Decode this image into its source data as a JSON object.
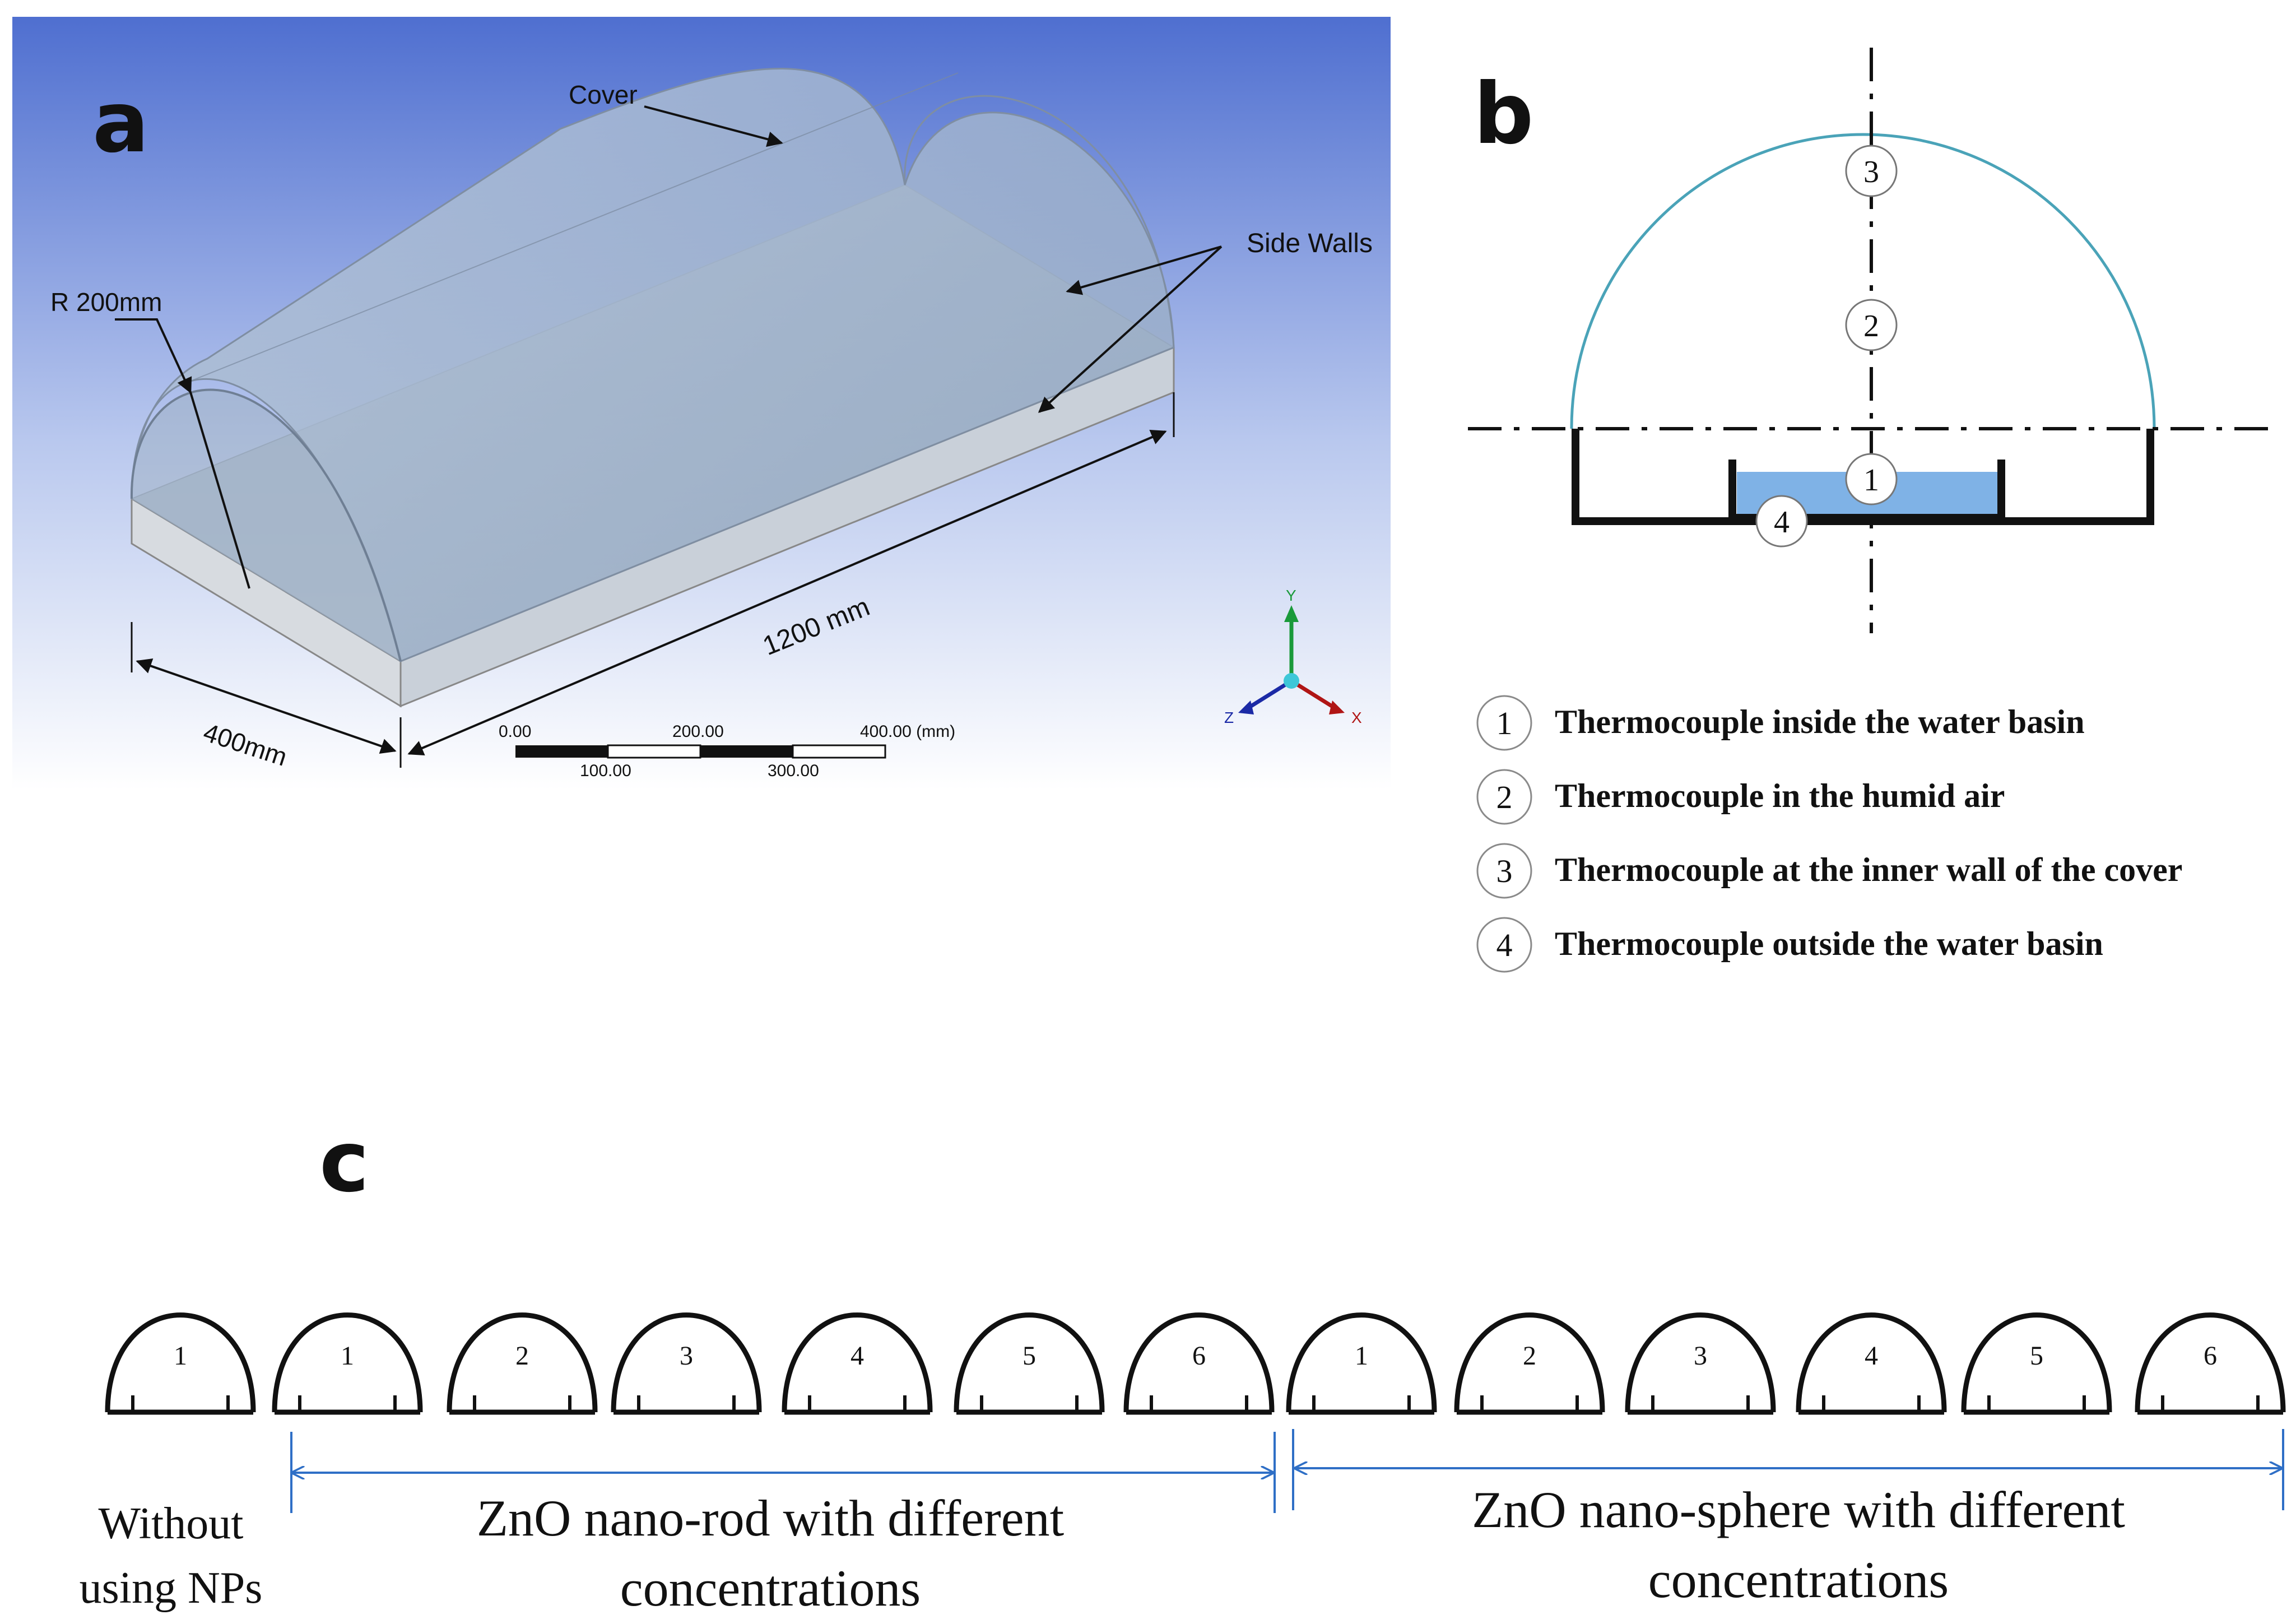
{
  "panel_a": {
    "letter": "a",
    "cover_label": "Cover",
    "side_walls_label": "Side Walls",
    "radius_label": "R 200mm",
    "length_label": "1200 mm",
    "width_label": "400mm",
    "scale": {
      "top_ticks": [
        "0.00",
        "200.00",
        "400.00 (mm)"
      ],
      "bottom_ticks": [
        "100.00",
        "300.00"
      ]
    },
    "axes": {
      "y": "Y",
      "x": "X",
      "z": "Z"
    },
    "colors": {
      "background_top": "#4f6fd0",
      "background_bottom": "#ffffff",
      "cover": "#9fb2c8"
    }
  },
  "panel_b": {
    "letter": "b",
    "markers": [
      "3",
      "2",
      "1",
      "4"
    ],
    "legend": [
      {
        "num": "1",
        "text": "Thermocouple inside the water basin"
      },
      {
        "num": "2",
        "text": "Thermocouple in the humid air"
      },
      {
        "num": "3",
        "text": "Thermocouple at the inner wall of the cover"
      },
      {
        "num": "4",
        "text": "Thermocouple outside the water basin"
      }
    ],
    "colors": {
      "cover_arc": "#4aa3b8",
      "water": "#7fb2e6"
    }
  },
  "panel_c": {
    "letter": "c",
    "stills": [
      "1",
      "1",
      "2",
      "3",
      "4",
      "5",
      "6",
      "1",
      "2",
      "3",
      "4",
      "5",
      "6"
    ],
    "group_labels": {
      "without": [
        "Without",
        "using NPs"
      ],
      "rod": [
        "ZnO nano-rod with different",
        "concentrations"
      ],
      "sphere": [
        "ZnO nano-sphere with different",
        "concentrations"
      ]
    },
    "colors": {
      "bracket": "#2f6fc6"
    }
  }
}
